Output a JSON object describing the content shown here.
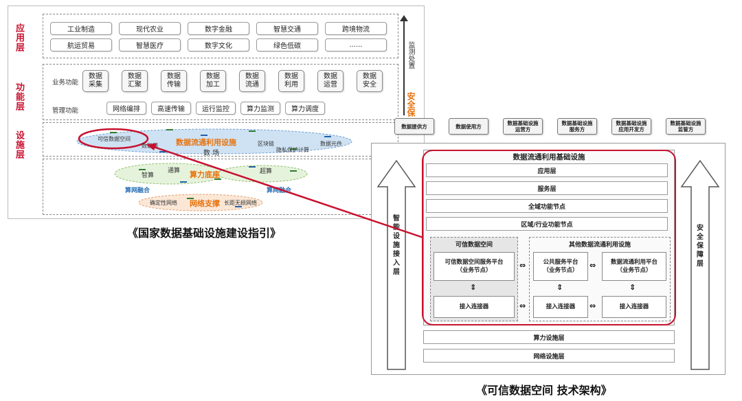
{
  "left": {
    "layers": {
      "app": "应用层",
      "func": "功能层",
      "infra": "设施层"
    },
    "app_row1": [
      "工业制造",
      "现代农业",
      "数字金融",
      "智慧交通",
      "跨境物流"
    ],
    "app_row2": [
      "航运贸易",
      "智慧医疗",
      "数字文化",
      "绿色低碳",
      "......"
    ],
    "business_label": "业务功能",
    "business_items": [
      "数据\n采集",
      "数据\n汇聚",
      "数据\n传输",
      "数据\n加工",
      "数据\n流通",
      "数据\n利用",
      "数据\n运营",
      "数据\n安全"
    ],
    "management_label": "管理功能",
    "management_items": [
      "网络编排",
      "高速传输",
      "运行监控",
      "算力监测",
      "算力调度"
    ],
    "side_monitor": "监测处置",
    "side_security": "安全保",
    "infra_labels": {
      "trusted_space": "可信数据空间",
      "data_net": "数联网",
      "data_circulation": "数据流通利用设施",
      "data_field": "数  场",
      "blockchain": "区块链",
      "privacy": "隐私保护计算",
      "data_element": "数据元件",
      "smart_compute": "智算",
      "general_compute": "通算",
      "compute_base": "算力底座",
      "super_compute": "超算",
      "compute_fusion_left": "算网融合",
      "compute_fusion_right": "算网融合",
      "deterministic_net": "确定性网络",
      "network_support": "网络支撑",
      "long_distance": "长距无损网络"
    },
    "caption": "《国家数据基础设施建设指引》"
  },
  "right": {
    "parties": [
      "数据提供方",
      "数据使用方",
      "数据基础设施\n运营方",
      "数据基础设施\n服务方",
      "数据基础设施\n应用开发方",
      "数据基础设施\n监管方"
    ],
    "left_arrow": "智能设施接入层",
    "right_arrow": "安全保障层",
    "title": "数据流通利用基础设施",
    "layer_app": "应用层",
    "layer_service": "服务层",
    "layer_global": "全域功能节点",
    "layer_regional": "区域/行业功能节点",
    "trusted": {
      "title": "可信数据空间",
      "platform": "可信数据空间服务平台\n（业务节点）",
      "connector": "接入连接器"
    },
    "other": {
      "title": "其他数据流通利用设施",
      "public": "公共服务平台\n（业务节点）",
      "circulation": "数据流通利用平台\n（业务节点）",
      "connector1": "接入连接器",
      "connector2": "接入连接器"
    },
    "layer_compute": "算力设施层",
    "layer_network": "网络设施层",
    "caption": "《可信数据空间 技术架构》"
  },
  "colors": {
    "red": "#c8102e",
    "orange": "#e8720c",
    "blue": "#2a6fb5",
    "green": "#3a9a3a"
  }
}
